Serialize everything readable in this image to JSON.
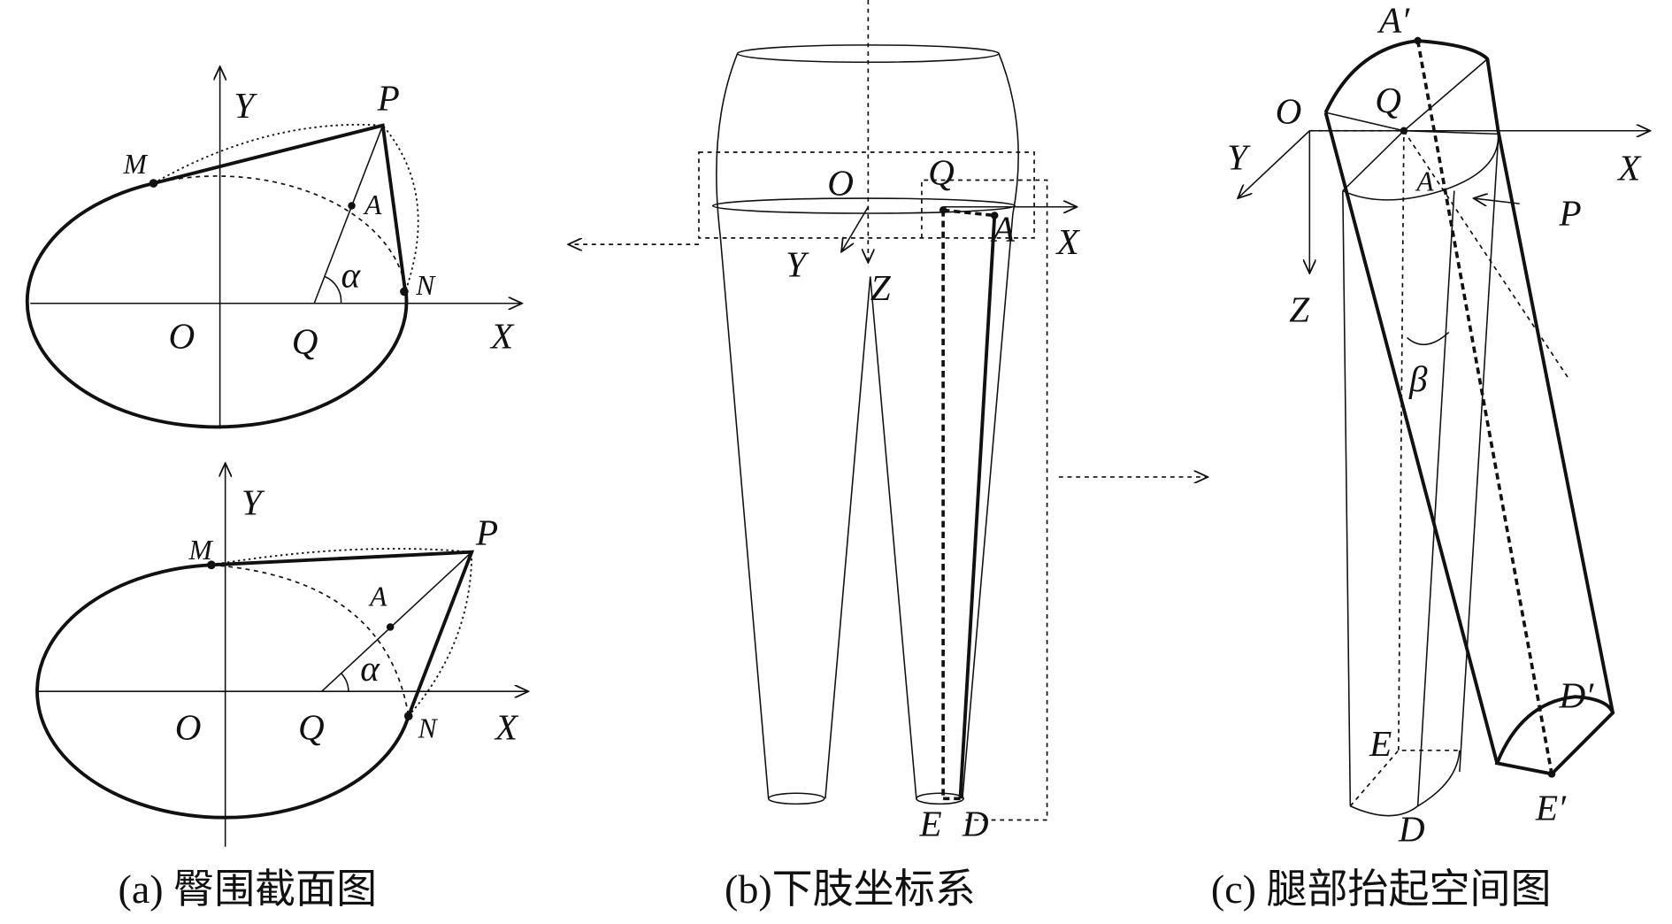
{
  "panel_a": {
    "top": {
      "Y": "Y",
      "P": "P",
      "M": "M",
      "A": "A",
      "alpha": "α",
      "N": "N",
      "O": "O",
      "Q": "Q",
      "X": "X"
    },
    "bottom": {
      "Y": "Y",
      "P": "P",
      "M": "M",
      "A": "A",
      "alpha": "α",
      "N": "N",
      "O": "O",
      "Q": "Q",
      "X": "X"
    },
    "caption": "(a) 臀围截面图"
  },
  "panel_b": {
    "labels": {
      "O": "O",
      "Q": "Q",
      "A": "A",
      "X": "X",
      "Y": "Y",
      "Z": "Z",
      "E": "E",
      "D": "D"
    },
    "caption": "(b)下肢坐标系"
  },
  "panel_c": {
    "labels": {
      "A_prime": "A′",
      "Q": "Q",
      "O": "O",
      "Y": "Y",
      "X": "X",
      "A": "A",
      "P": "P",
      "Z": "Z",
      "beta": "β",
      "D_prime": "D′",
      "E": "E",
      "E_prime": "E′",
      "D": "D"
    },
    "caption": "(c) 腿部抬起空间图"
  }
}
